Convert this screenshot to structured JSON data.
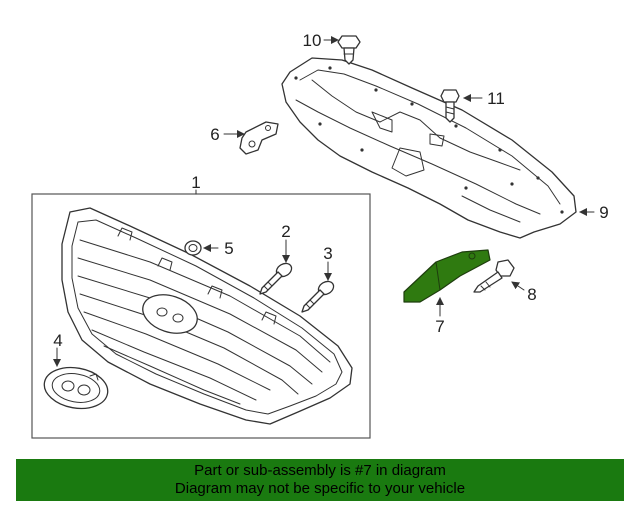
{
  "callouts": {
    "c1": "1",
    "c2": "2",
    "c3": "3",
    "c4": "4",
    "c5": "5",
    "c6": "6",
    "c7": "7",
    "c8": "8",
    "c9": "9",
    "c10": "10",
    "c11": "11"
  },
  "highlight": {
    "part_number": "7",
    "color": "#2f7a10"
  },
  "banner": {
    "line1": "Part or sub-assembly is #7 in diagram",
    "line2": "Diagram may not be specific to your vehicle",
    "color": "#1a7a10"
  }
}
